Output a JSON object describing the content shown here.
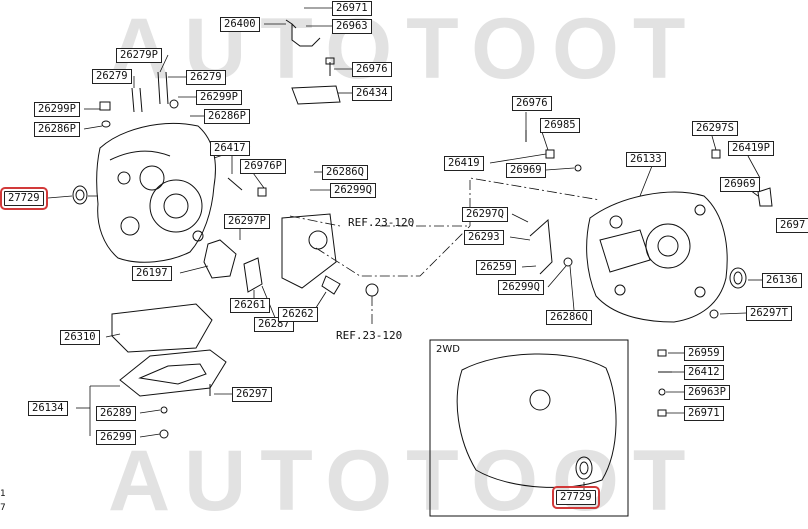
{
  "watermark": {
    "top": "AUTOTOOT",
    "bottom": "AUTOTOOT"
  },
  "inset": {
    "title": "2WD"
  },
  "references": [
    "REF.23-120",
    "REF.23-120"
  ],
  "edge_marks": [
    "1",
    "7"
  ],
  "highlight_color": "#d23a3a",
  "parts": [
    "26971",
    "26400",
    "26963",
    "26279P",
    "26279",
    "26279",
    "26976",
    "26434",
    "26299P",
    "26299P",
    "26286P",
    "26286P",
    "27729",
    "26417",
    "26976P",
    "26286Q",
    "26299Q",
    "26297P",
    "26197",
    "26261",
    "26287",
    "26262",
    "26310",
    "26297",
    "26134",
    "26289",
    "26299",
    "26976",
    "26985",
    "26297S",
    "26419",
    "26969",
    "26133",
    "26419P",
    "26969",
    "26297Q",
    "26293",
    "26259",
    "26299Q",
    "26286Q",
    "26136",
    "26297T",
    "26959",
    "26412",
    "26963P",
    "26971",
    "27729",
    "2697"
  ]
}
